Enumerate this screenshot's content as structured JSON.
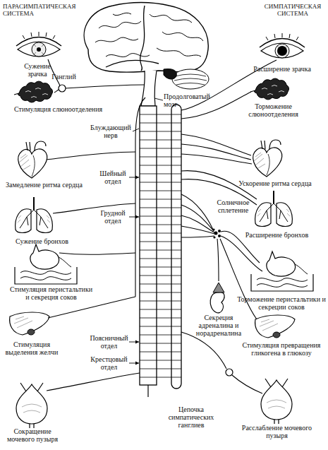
{
  "diagram": {
    "labels": [
      "ПАРАСИМПАТИЧЕСКАЯ СИСТЕМА",
      "СИМПАТИЧЕСКАЯ СИСТЕМА",
      "Сужение зрачка",
      "Ганглий",
      "Стимуляция слюноотделения",
      "Продолговатый мозг",
      "Блуждающий нерв",
      "Шейный отдел",
      "Замедление ритма сердца",
      "Грудной отдел",
      "Сужение бронхов",
      "Стимуляция перистальтики и секреция соков",
      "Поясничный отдел",
      "Стимуляция выделения желчи",
      "Крестцовый отдел",
      "Сокращение мочевого пузыря",
      "Цепочка симпатических ганглиев",
      "Расширение зрачка",
      "Торможение слюноотделения",
      "Ускорение ритма сердца",
      "Солнечное сплетение",
      "Расширение бронхов",
      "Торможение перистальтики и секреции соков",
      "Секреция адреналина и норадреналина",
      "Стимуляция превращения гликогена в глюкозу",
      "Расслабление мочевого пузыря"
    ]
  }
}
